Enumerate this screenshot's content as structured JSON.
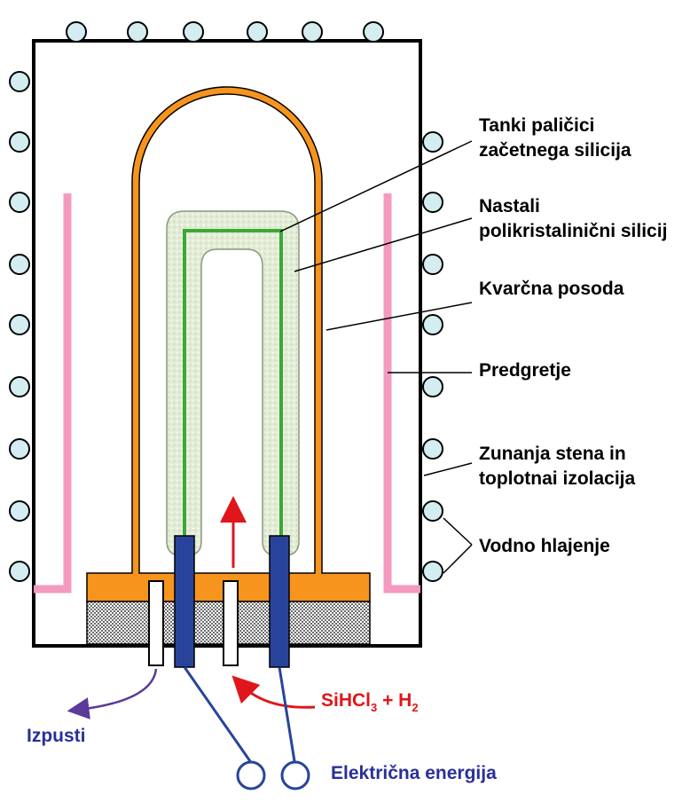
{
  "labels": {
    "rods_line1": "Tanki paličici",
    "rods_line2": "začetnega silicija",
    "poly_line1": "Nastali",
    "poly_line2": "polikristalinični silicij",
    "quartz": "Kvarčna posoda",
    "preheat": "Predgretje",
    "wall_line1": "Zunanja stena in",
    "wall_line2": "toplotnai izolacija",
    "cooling": "Vodno hlajenje",
    "exhaust": "Izpusti",
    "power": "Električna energija",
    "gas_prefix": "SiHCl",
    "gas_sub1": "3",
    "gas_mid": " + H",
    "gas_sub2": "2"
  },
  "colors": {
    "quartz_vessel": "#f7941d",
    "seed_rod": "#3aa935",
    "polysilicon_fill": "#e3ecd6",
    "preheater": "#f49ac1",
    "cooling_circle": "#d3edf0",
    "electrode": "#28449a",
    "gas_arrow": "#e0161b",
    "exhaust_arrow": "#5a3a9a",
    "base_plate": "#c8c8c8"
  },
  "icons": {
    "cooling": "water-cooling-circle-icon",
    "gas_flow": "arrow-up-icon",
    "exhaust": "arrow-left-icon",
    "terminal": "electric-terminal-icon"
  }
}
